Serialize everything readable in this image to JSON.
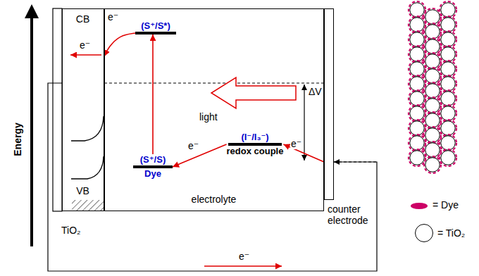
{
  "diagram": {
    "nodes": [
      {
        "text": [
          "CB",
          "VB",
          "TiO₂"
        ]
      },
      {
        "text": [
          "electrolyte"
        ]
      },
      {
        "text": [
          "(S⁺/S*)"
        ],
        "in": 1
      },
      {
        "text": [
          "(S⁺/S)",
          "Dye"
        ],
        "in": 1
      },
      {
        "text": [
          "(I⁻/I₃⁻)",
          "redox couple"
        ],
        "in": 1
      },
      {
        "text": [
          "counter electrode"
        ]
      }
    ],
    "edges": [
      {
        "from": 3,
        "to": 2,
        "arrow": "to"
      },
      {
        "from": 4,
        "to": 3,
        "label": "e⁻",
        "arrow": "to"
      },
      {
        "from": 2,
        "to": 0,
        "label": "e⁻",
        "arrow": "to"
      },
      {
        "from": 5,
        "to": 4,
        "label": "e⁻",
        "arrow": "to"
      },
      {
        "from": 0,
        "to": 5,
        "label": "e⁻",
        "arrow": "to"
      }
    ],
    "labels": [
      "Energy",
      "e⁻",
      "light",
      "ΔV"
    ],
    "legend": [
      {
        "text": "= Dye",
        "color": "#cc0066"
      },
      {
        "text": "= TiO₂"
      }
    ]
  }
}
